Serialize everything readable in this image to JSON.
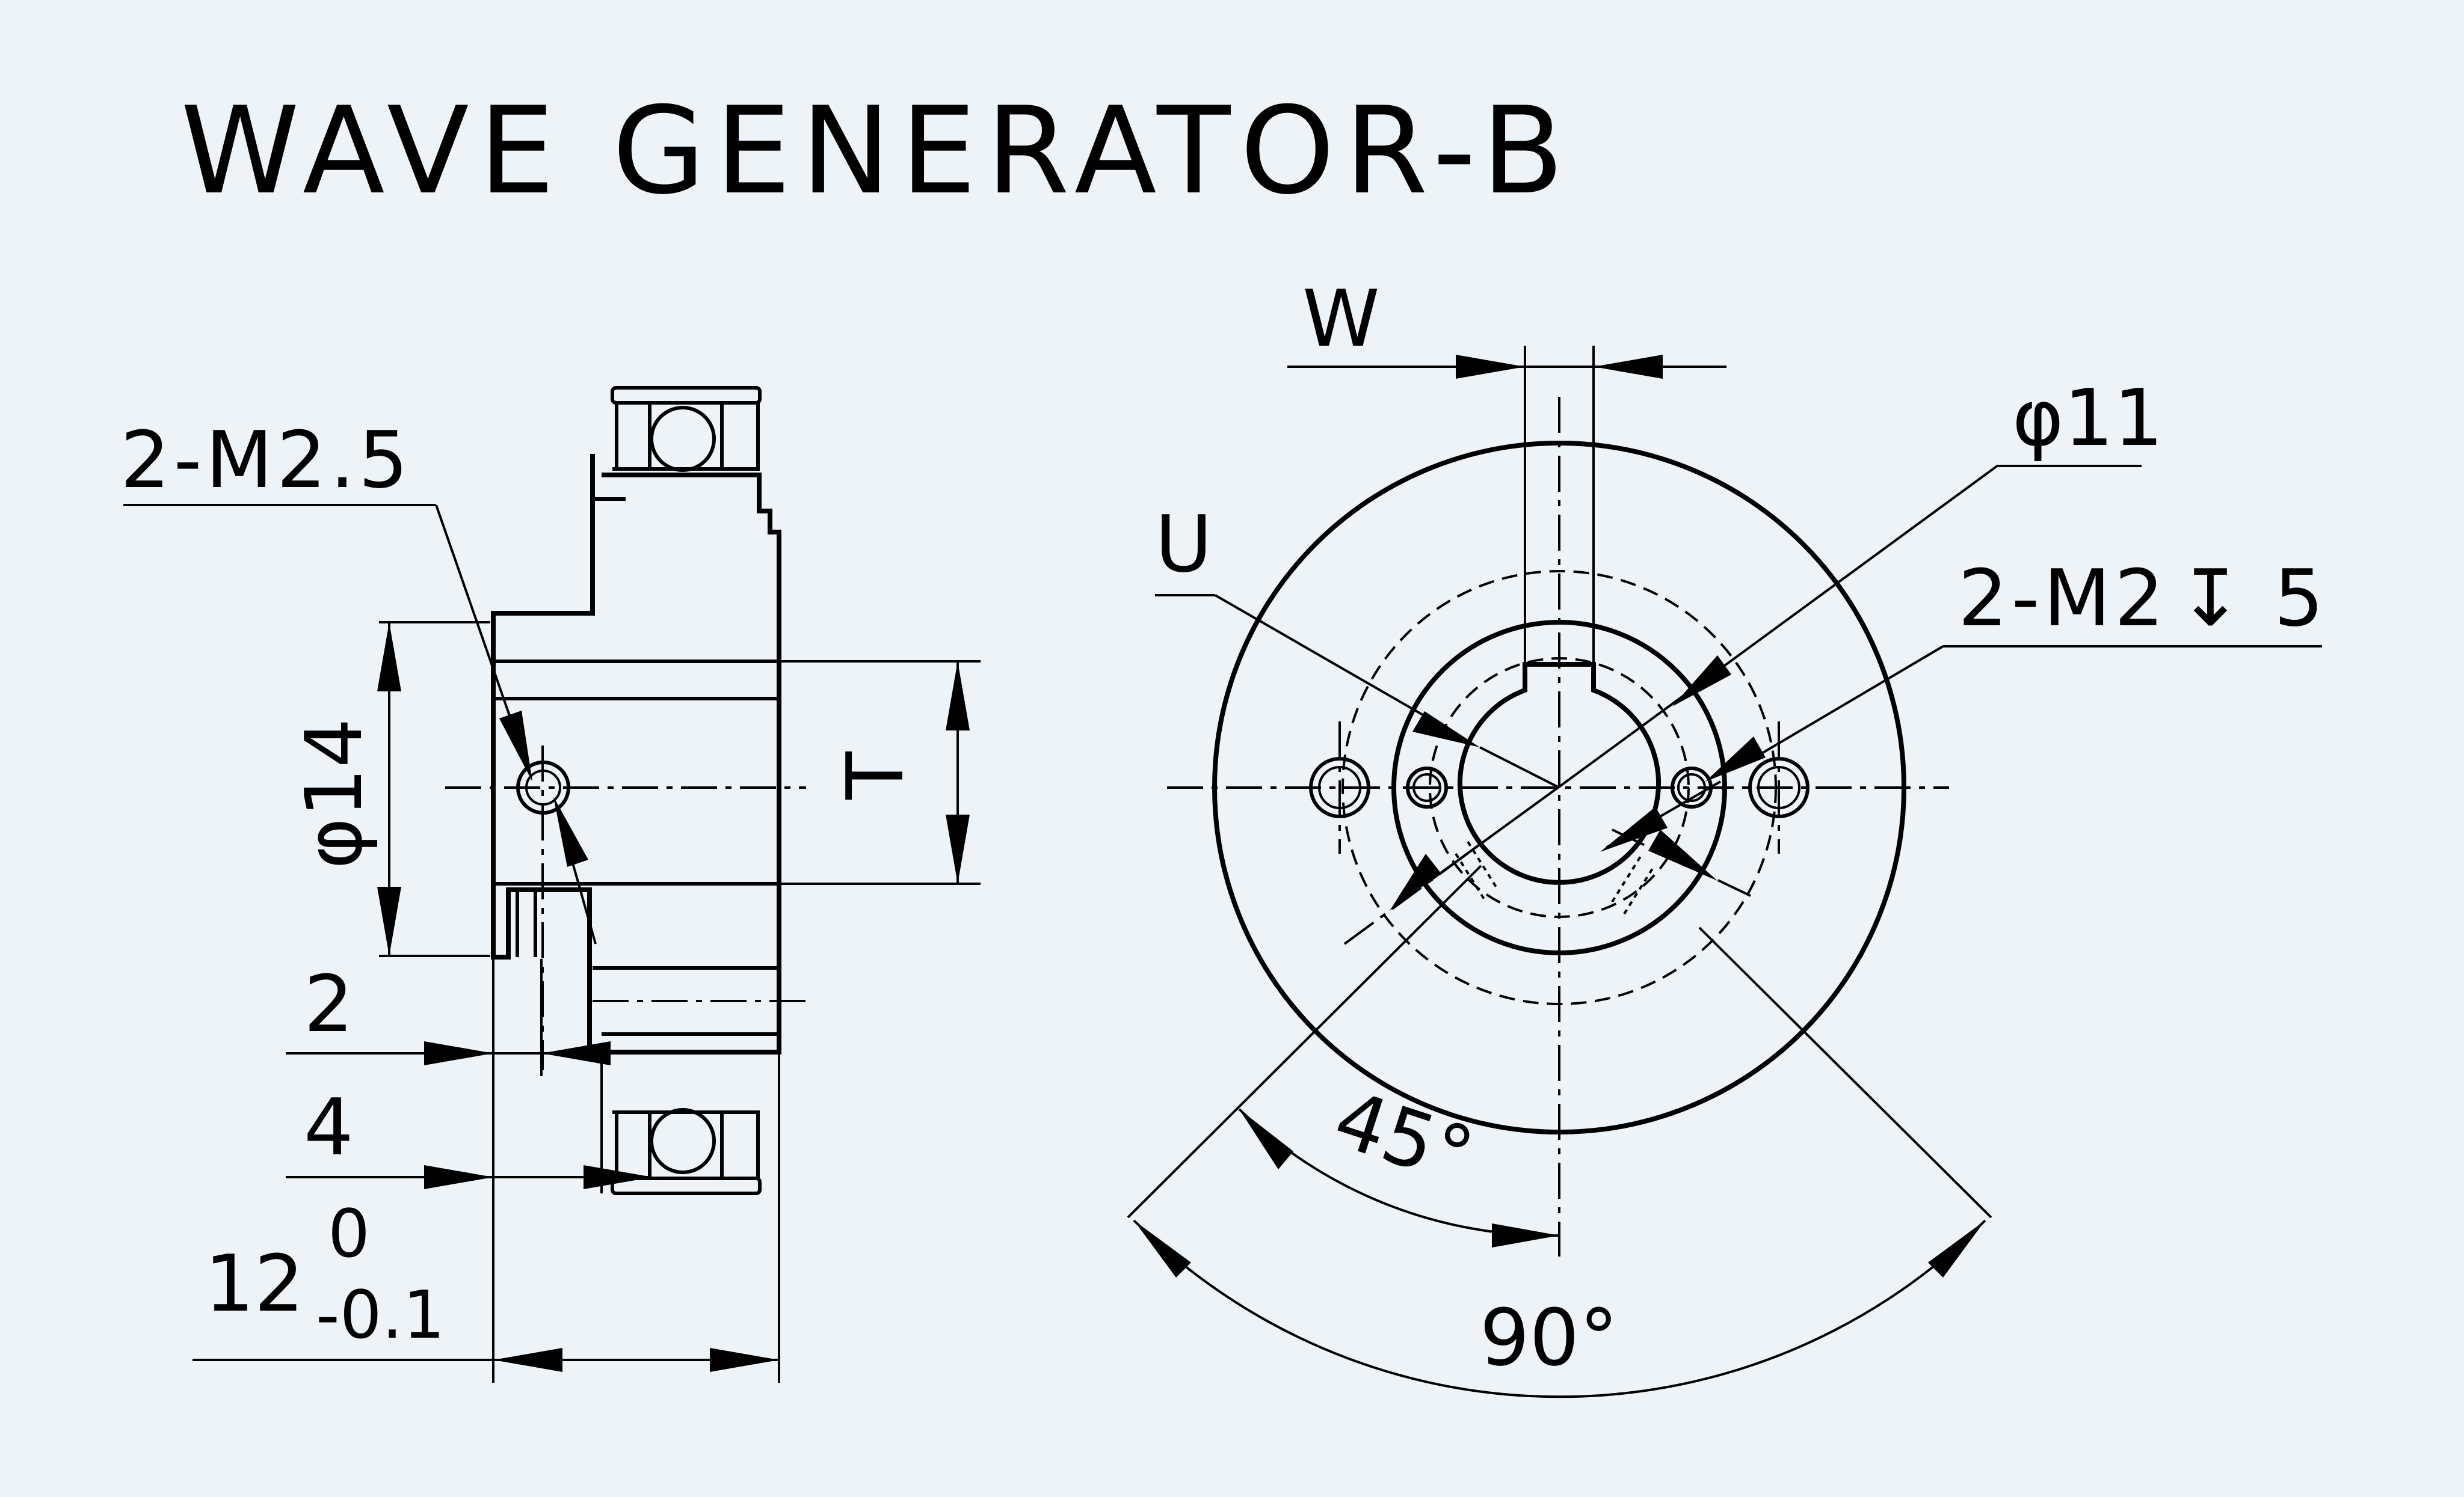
{
  "title": "WAVE GENERATOR-B",
  "side_view": {
    "thread_label": "2-M2.5",
    "diameter_label": "φ14",
    "t_label": "T",
    "dim_2": "2",
    "dim_4": "4",
    "dim_12": "12",
    "tol_upper": "0",
    "tol_lower": "-0.1"
  },
  "front_view": {
    "w_label": "W",
    "u_label": "U",
    "diameter_label": "φ11",
    "thread_label": "2-M2",
    "thread_depth_symbol": "↧",
    "thread_depth": "5",
    "angle_45": "45°",
    "angle_90": "90°"
  }
}
